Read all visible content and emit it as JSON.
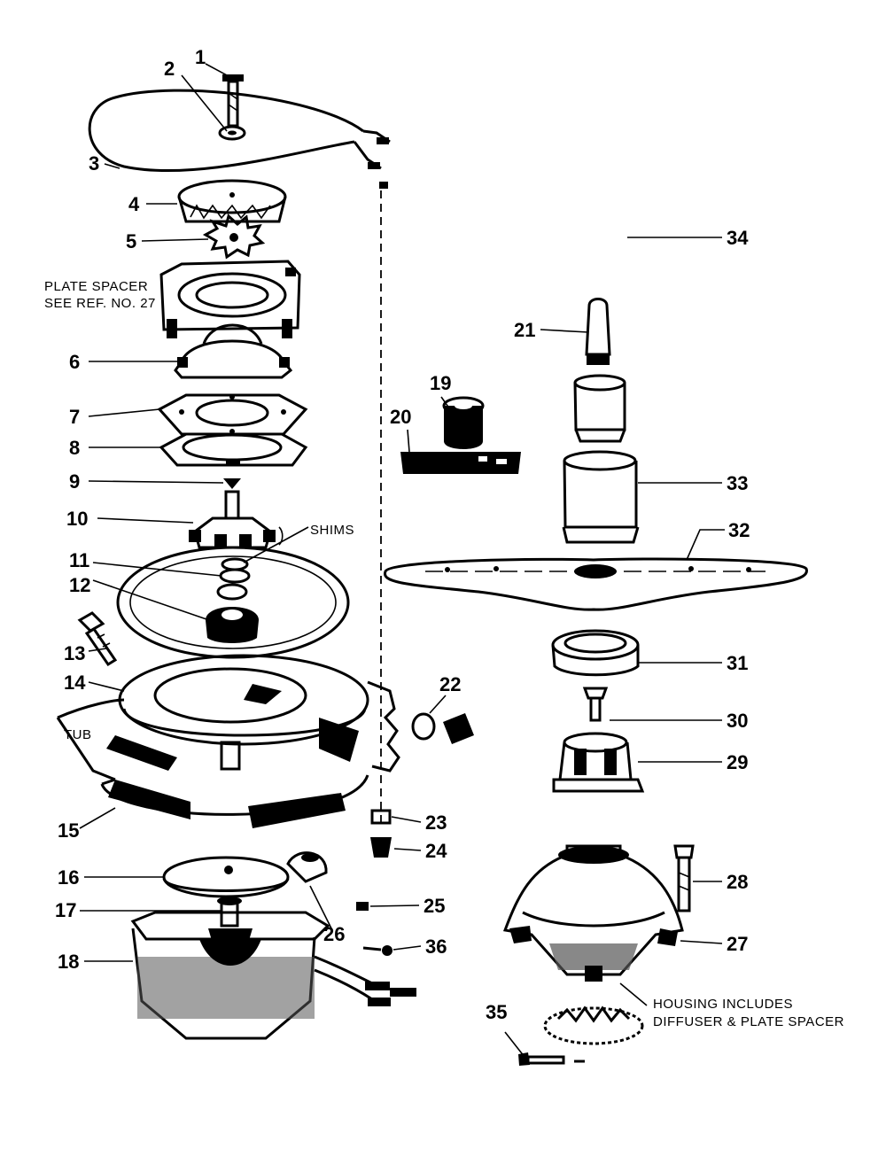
{
  "diagram": {
    "callouts": [
      "1",
      "2",
      "3",
      "4",
      "5",
      "6",
      "7",
      "8",
      "9",
      "10",
      "11",
      "12",
      "13",
      "14",
      "15",
      "16",
      "17",
      "18",
      "19",
      "20",
      "21",
      "22",
      "23",
      "24",
      "25",
      "26",
      "27",
      "28",
      "29",
      "30",
      "31",
      "32",
      "33",
      "34",
      "35",
      "36"
    ],
    "notes": {
      "plate_spacer_1": "PLATE SPACER",
      "plate_spacer_2": "SEE REF. NO. 27",
      "shims": "SHIMS",
      "tub": "TUB",
      "housing_1": "HOUSING INCLUDES",
      "housing_2": "DIFFUSER & PLATE SPACER"
    }
  }
}
